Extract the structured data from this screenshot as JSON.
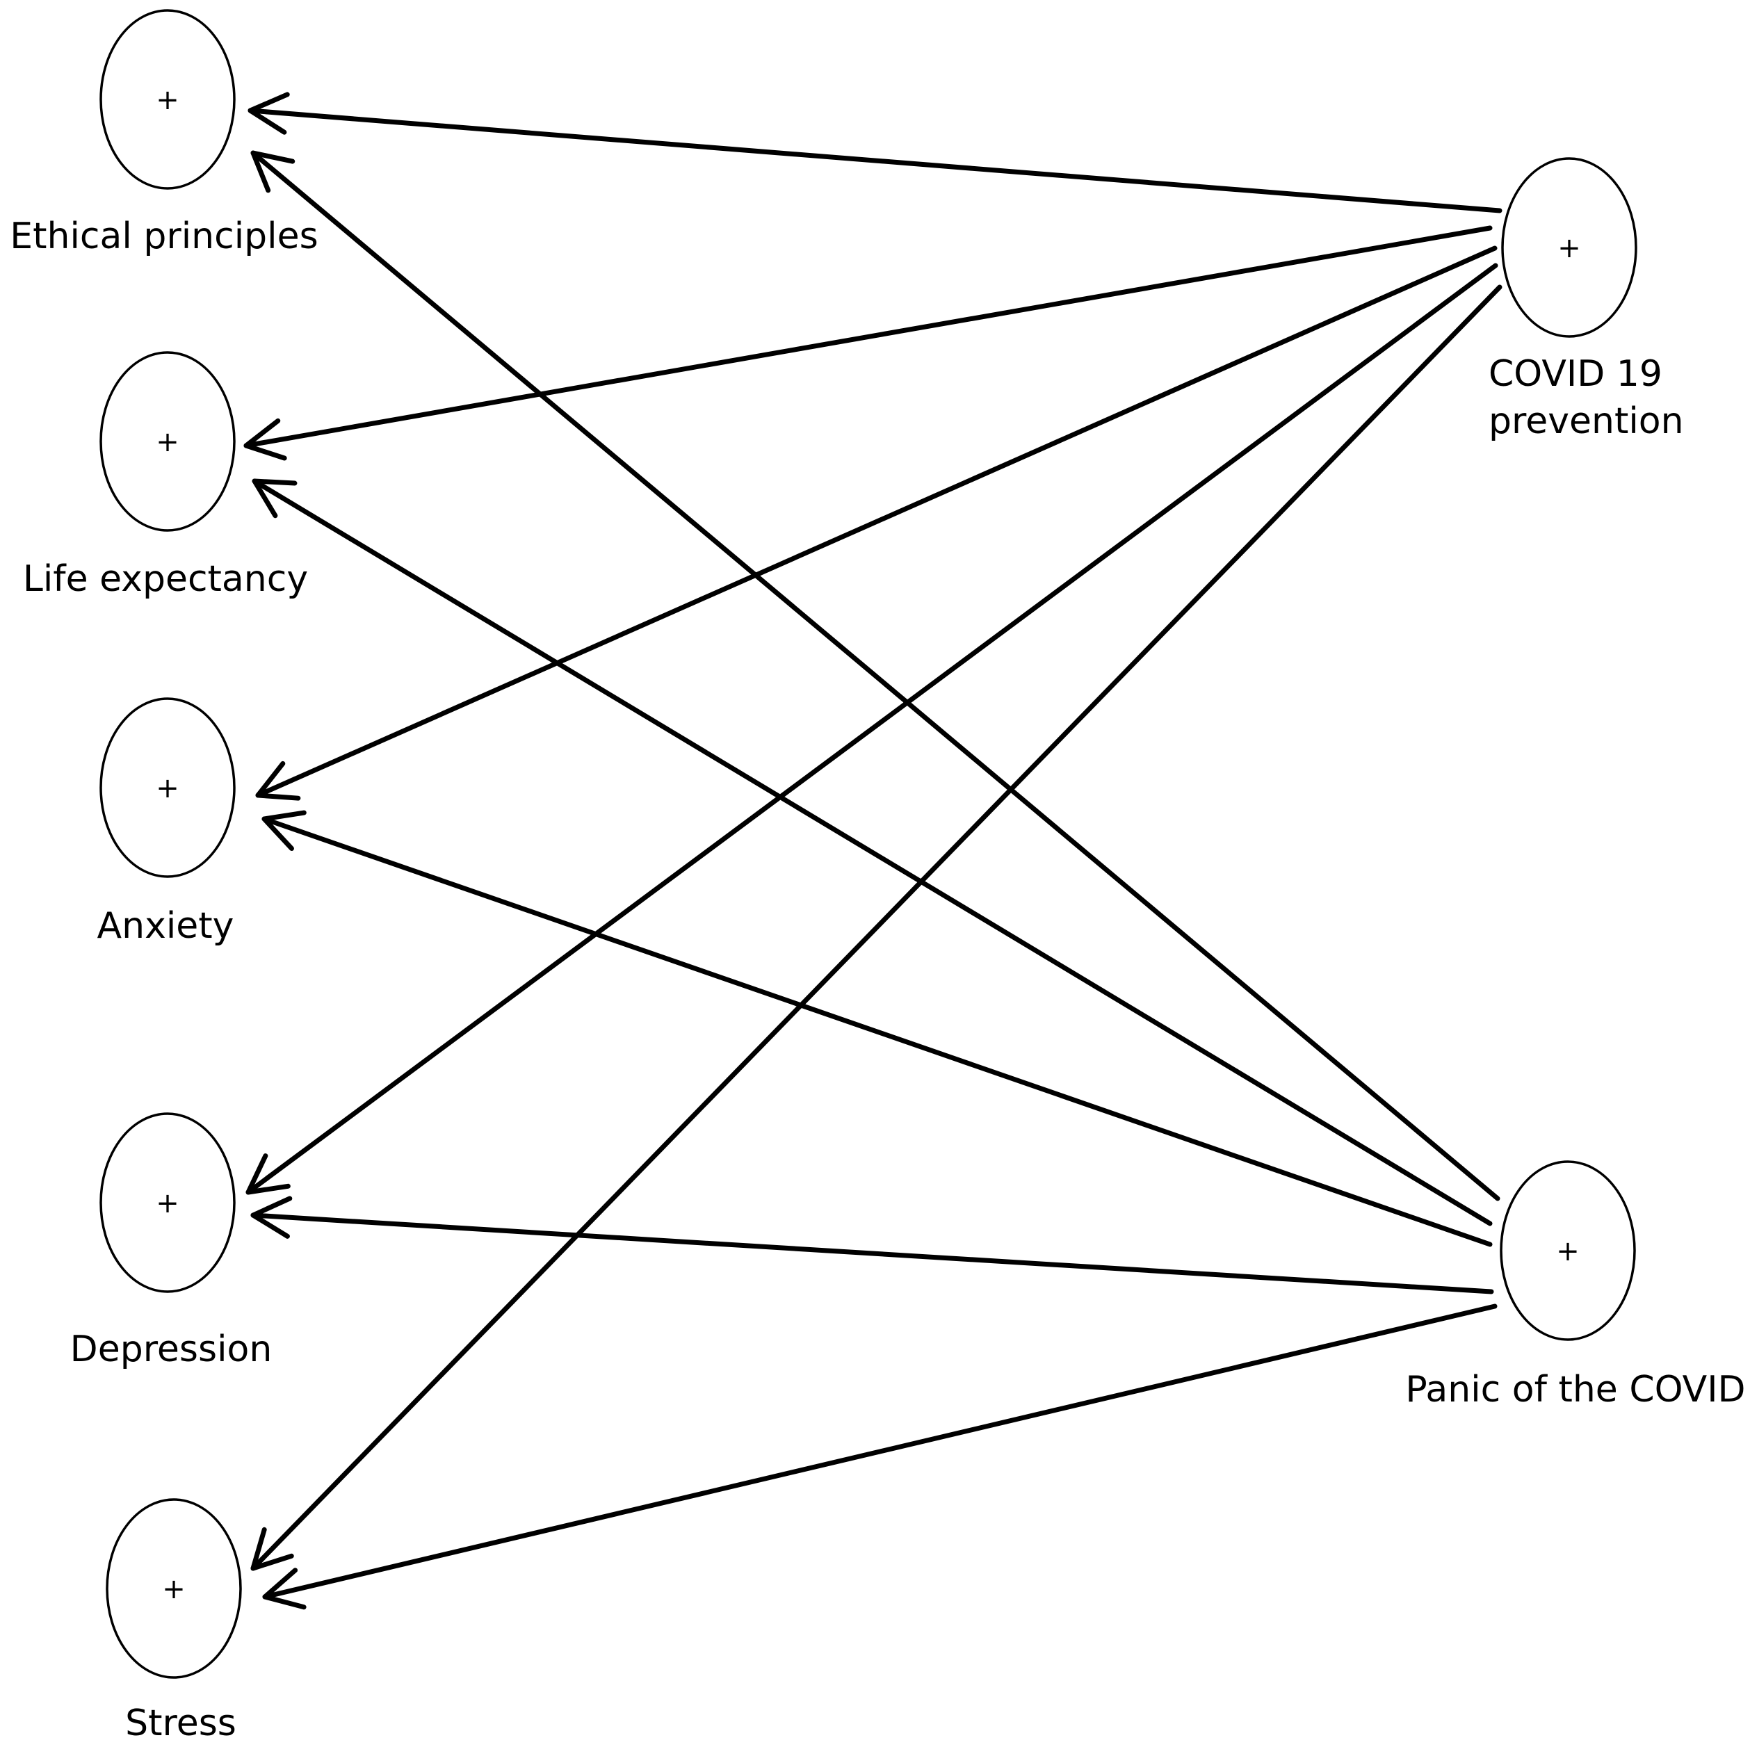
{
  "diagram": {
    "nodes": [
      {
        "id": "ethical",
        "label_lines": [
          "Ethical principles"
        ],
        "sign": "+"
      },
      {
        "id": "life",
        "label_lines": [
          "Life expectancy"
        ],
        "sign": "+"
      },
      {
        "id": "anxiety",
        "label_lines": [
          "Anxiety"
        ],
        "sign": "+"
      },
      {
        "id": "depression",
        "label_lines": [
          "Depression"
        ],
        "sign": "+"
      },
      {
        "id": "stress",
        "label_lines": [
          "Stress"
        ],
        "sign": "+"
      },
      {
        "id": "covid_prevention",
        "label_lines": [
          "COVID 19",
          "prevention"
        ],
        "sign": "+"
      },
      {
        "id": "panic",
        "label_lines": [
          "Panic of the COVID"
        ],
        "sign": "+"
      }
    ],
    "edges": [
      {
        "from": "covid_prevention",
        "to": "ethical"
      },
      {
        "from": "covid_prevention",
        "to": "life"
      },
      {
        "from": "covid_prevention",
        "to": "anxiety"
      },
      {
        "from": "covid_prevention",
        "to": "depression"
      },
      {
        "from": "covid_prevention",
        "to": "stress"
      },
      {
        "from": "panic",
        "to": "ethical"
      },
      {
        "from": "panic",
        "to": "life"
      },
      {
        "from": "panic",
        "to": "anxiety"
      },
      {
        "from": "panic",
        "to": "depression"
      },
      {
        "from": "panic",
        "to": "stress"
      }
    ],
    "colors": {
      "stroke": "#000000",
      "background": "#ffffff"
    }
  }
}
